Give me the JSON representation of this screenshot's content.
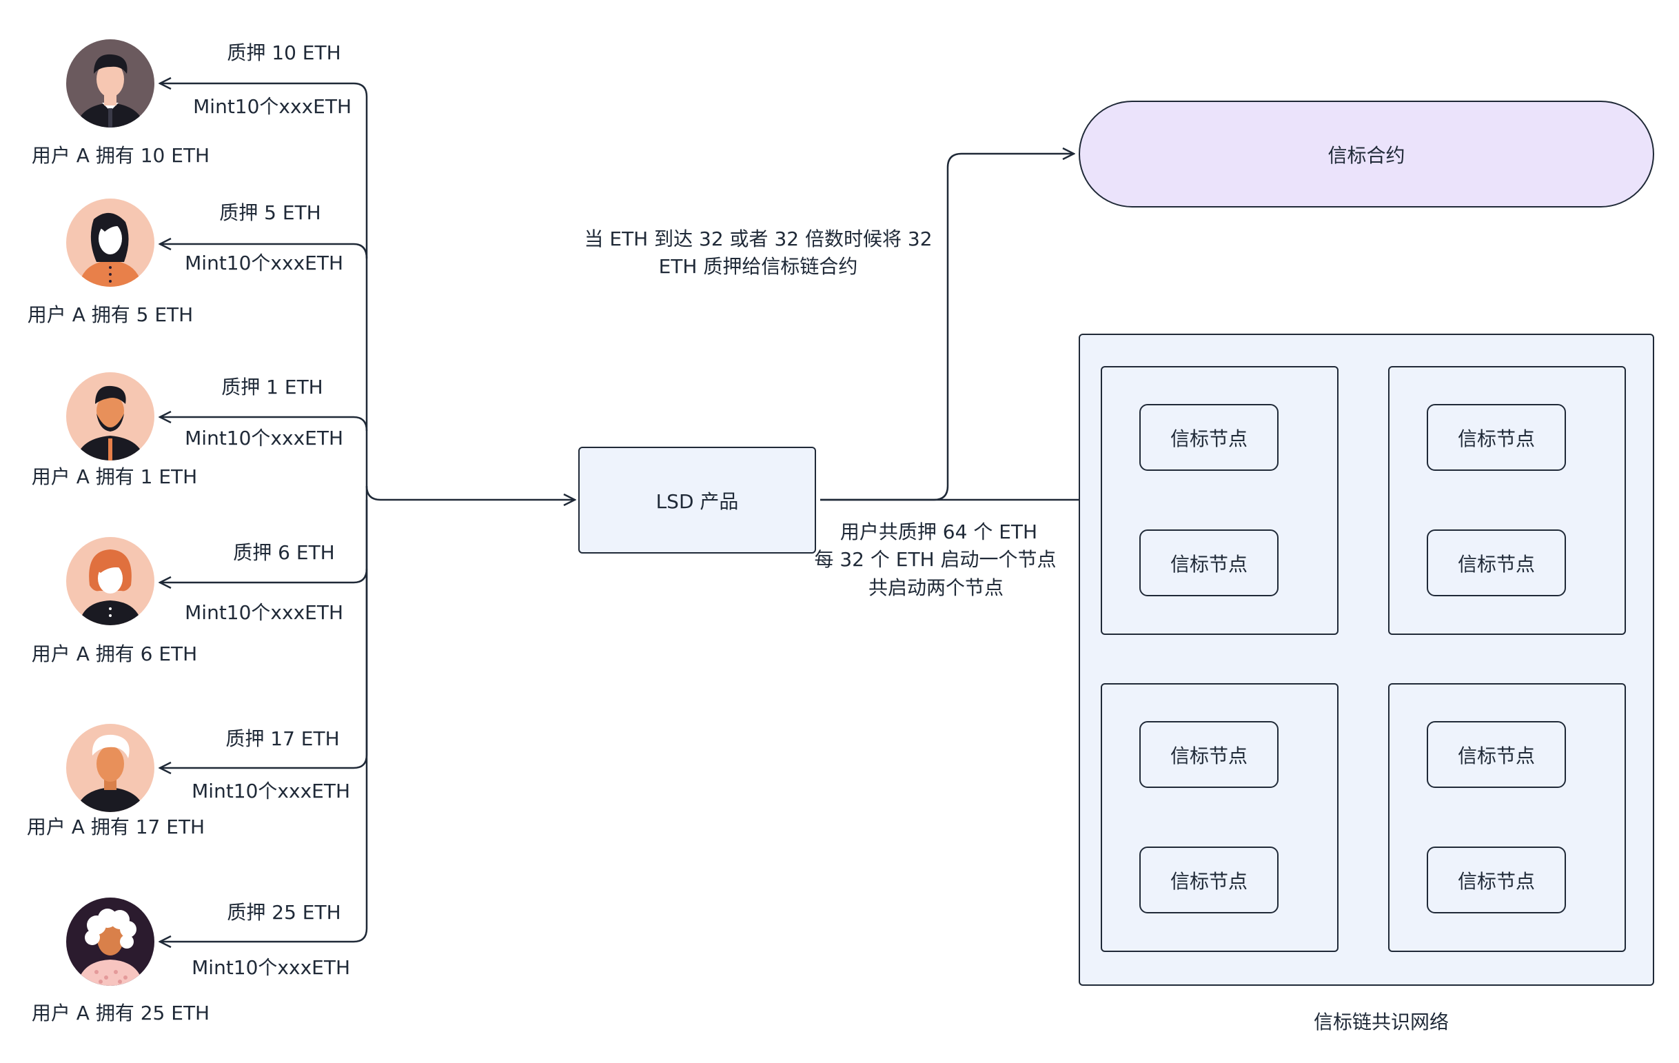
{
  "users": [
    {
      "stake_label": "质押 10 ETH",
      "mint_label": "Mint10个xxxETH",
      "owner_label": "用户 A 拥有 10 ETH",
      "avatar_icon": "man-with-tie-avatar-icon"
    },
    {
      "stake_label": "质押 5 ETH",
      "mint_label": "Mint10个xxxETH",
      "owner_label": "用户 A 拥有 5 ETH",
      "avatar_icon": "woman-dark-hair-avatar-icon"
    },
    {
      "stake_label": "质押 1 ETH",
      "mint_label": "Mint10个xxxETH",
      "owner_label": "用户 A 拥有 1 ETH",
      "avatar_icon": "bearded-man-avatar-icon"
    },
    {
      "stake_label": "质押 6 ETH",
      "mint_label": "Mint10个xxxETH",
      "owner_label": "用户 A 拥有 6 ETH",
      "avatar_icon": "woman-red-hair-avatar-icon"
    },
    {
      "stake_label": "质押 17 ETH",
      "mint_label": "Mint10个xxxETH",
      "owner_label": "用户 A 拥有 17 ETH",
      "avatar_icon": "white-hair-man-avatar-icon"
    },
    {
      "stake_label": "质押 25 ETH",
      "mint_label": "Mint10个xxxETH",
      "owner_label": "用户 A 拥有 25 ETH",
      "avatar_icon": "curly-white-hair-woman-avatar-icon"
    }
  ],
  "lsd_product": {
    "label": "LSD 产品"
  },
  "beacon_contract": {
    "label": "信标合约"
  },
  "note_to_contract": {
    "line1": "当 ETH 到达 32 或者 32 倍数时候将 32",
    "line2": "ETH 质押给信标链合约"
  },
  "note_to_network": {
    "line1": "用户共质押 64 个 ETH",
    "line2": "每 32 个 ETH 启动一个节点",
    "line3": "共启动两个节点"
  },
  "network": {
    "caption": "信标链共识网络",
    "groups": [
      {
        "nodes": [
          "信标节点",
          "信标节点"
        ]
      },
      {
        "nodes": [
          "信标节点",
          "信标节点"
        ]
      },
      {
        "nodes": [
          "信标节点",
          "信标节点"
        ]
      },
      {
        "nodes": [
          "信标节点",
          "信标节点"
        ]
      }
    ]
  },
  "colors": {
    "stroke": "#1f2937",
    "box_fill": "#eef3fc",
    "contract_fill": "#ebe3fb",
    "skin": "#f6c7b2",
    "avatar_dark": "#2b1b2e"
  }
}
